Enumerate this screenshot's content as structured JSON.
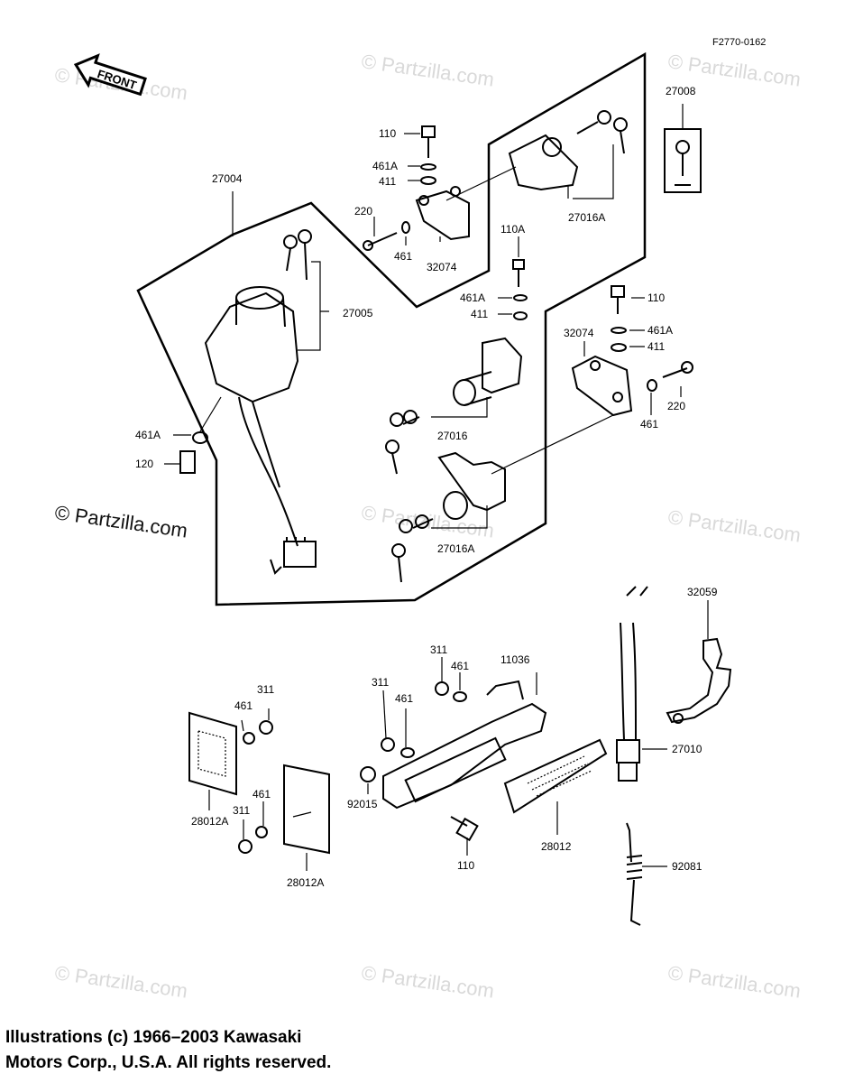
{
  "figure_code": "F2770-0162",
  "front_label": "FRONT",
  "watermark_text": "© Partzilla.com",
  "labels": [
    {
      "id": "110-top",
      "text": "110"
    },
    {
      "id": "461A-top",
      "text": "461A"
    },
    {
      "id": "411-top",
      "text": "411"
    },
    {
      "id": "220-top",
      "text": "220"
    },
    {
      "id": "461-top",
      "text": "461"
    },
    {
      "id": "32074-top",
      "text": "32074"
    },
    {
      "id": "27016A-top",
      "text": "27016A"
    },
    {
      "id": "27008",
      "text": "27008"
    },
    {
      "id": "27004",
      "text": "27004"
    },
    {
      "id": "27005",
      "text": "27005"
    },
    {
      "id": "110A",
      "text": "110A"
    },
    {
      "id": "461A-mid",
      "text": "461A"
    },
    {
      "id": "411-mid",
      "text": "411"
    },
    {
      "id": "110-right",
      "text": "110"
    },
    {
      "id": "461A-right",
      "text": "461A"
    },
    {
      "id": "411-right",
      "text": "411"
    },
    {
      "id": "32074-right",
      "text": "32074"
    },
    {
      "id": "220-right",
      "text": "220"
    },
    {
      "id": "461-right",
      "text": "461"
    },
    {
      "id": "27016",
      "text": "27016"
    },
    {
      "id": "461A-left",
      "text": "461A"
    },
    {
      "id": "120",
      "text": "120"
    },
    {
      "id": "27016A-mid",
      "text": "27016A"
    },
    {
      "id": "32059",
      "text": "32059"
    },
    {
      "id": "27010",
      "text": "27010"
    },
    {
      "id": "311-c1",
      "text": "311"
    },
    {
      "id": "461-c1",
      "text": "461"
    },
    {
      "id": "11036",
      "text": "11036"
    },
    {
      "id": "311-c2",
      "text": "311"
    },
    {
      "id": "461-c2",
      "text": "461"
    },
    {
      "id": "92015",
      "text": "92015"
    },
    {
      "id": "110-bottom",
      "text": "110"
    },
    {
      "id": "28012",
      "text": "28012"
    },
    {
      "id": "311-l1",
      "text": "311"
    },
    {
      "id": "461-l1",
      "text": "461"
    },
    {
      "id": "28012A-l1",
      "text": "28012A"
    },
    {
      "id": "461-l2",
      "text": "461"
    },
    {
      "id": "311-l2",
      "text": "311"
    },
    {
      "id": "28012A-l2",
      "text": "28012A"
    },
    {
      "id": "92081",
      "text": "92081"
    }
  ],
  "copyright": {
    "line1": "Illustrations (c) 1966–2003 Kawasaki",
    "line2": "Motors Corp., U.S.A.  All rights reserved."
  }
}
